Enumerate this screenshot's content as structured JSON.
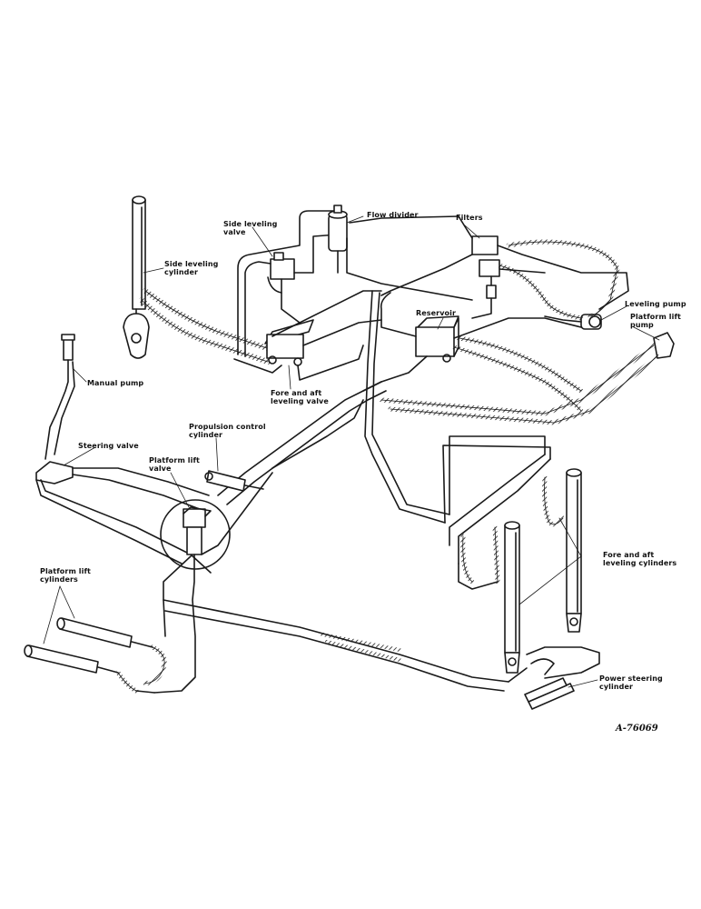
{
  "labels": {
    "flow_divider": "Flow divider",
    "filters": "Filters",
    "side_leveling_valve": [
      "Side leveling",
      "valve"
    ],
    "side_leveling_cylinder": [
      "Side leveling",
      "cylinder"
    ],
    "leveling_pump": "Leveling pump",
    "platform_lift_pump": [
      "Platform lift",
      "pump"
    ],
    "reservoir": "Reservoir",
    "manual_pump": "Manual pump",
    "fore_aft_leveling_valve": [
      "Fore and aft",
      "leveling valve"
    ],
    "propulsion_control_cylinder": [
      "Propulsion control",
      "cylinder"
    ],
    "steering_valve": "Steering valve",
    "platform_lift_valve": [
      "Platform lift",
      "valve"
    ],
    "fore_aft_leveling_cylinders": [
      "Fore and aft",
      "leveling cylinders"
    ],
    "platform_lift_cylinders": [
      "Platform lift",
      "cylinders"
    ],
    "power_steering_cylinder": [
      "Power steering",
      "cylinder"
    ],
    "figure_code": "A-76069"
  },
  "colors": {
    "line": "#1a1a1a",
    "background": "#ffffff"
  }
}
